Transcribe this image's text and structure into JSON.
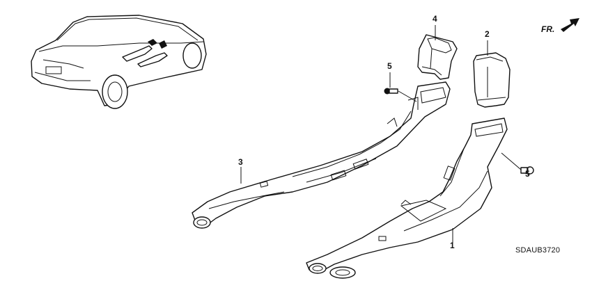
{
  "orientation": {
    "label": "FR.",
    "icon": "front-arrow-icon"
  },
  "callouts": {
    "p1": "1",
    "p2": "2",
    "p3": "3",
    "p4": "4",
    "p5a": "5",
    "p5b": "5"
  },
  "diagram_code": "SDAUB3720",
  "colors": {
    "line": "#111111",
    "background": "#ffffff"
  }
}
